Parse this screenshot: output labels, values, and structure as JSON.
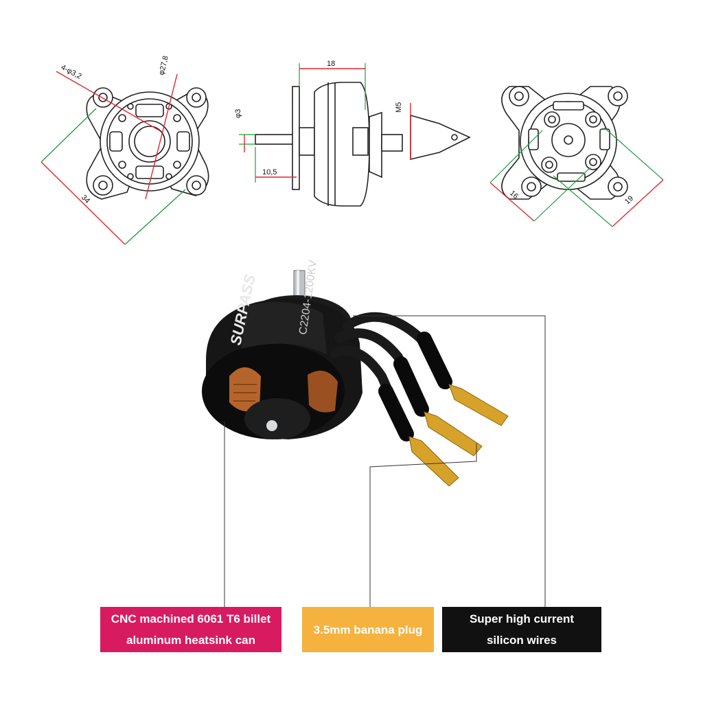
{
  "colors": {
    "red": "#e3242b",
    "green": "#1f9d3a",
    "pink": "#d81b60",
    "orange": "#f6b23e",
    "black": "#111111",
    "copper": "#b5652c",
    "gold": "#d7a22a"
  },
  "front_view": {
    "dim_holes": "4-φ3,2",
    "dim_diameter": "φ27,8",
    "dim_span": "34"
  },
  "side_view": {
    "dim_length": "18",
    "dim_shaft_dia": "φ3",
    "dim_shaft_len": "10,5",
    "dim_thread": "M5"
  },
  "back_view": {
    "dim_left": "16",
    "dim_right": "19"
  },
  "motor": {
    "brand": "SURPASS",
    "model": "C2204-1200KV"
  },
  "callouts": {
    "pink": {
      "line1": "CNC machined 6061 T6 billet",
      "line2": "aluminum heatsink can"
    },
    "orange": {
      "line1": "3.5mm banana plug"
    },
    "black": {
      "line1": "Super high current",
      "line2": "silicon wires"
    }
  }
}
